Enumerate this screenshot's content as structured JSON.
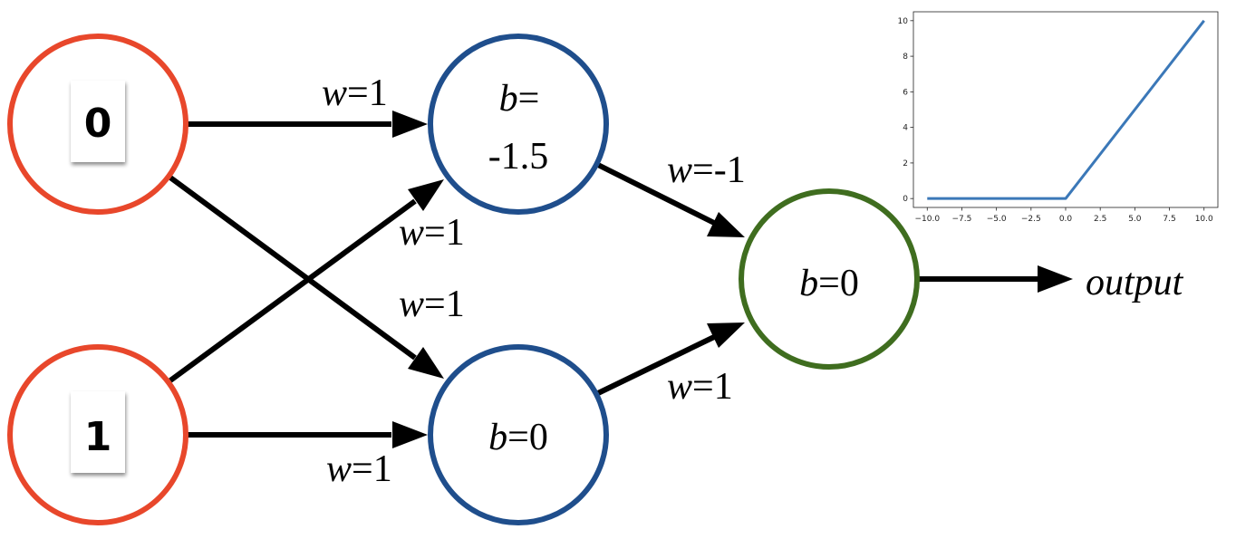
{
  "colors": {
    "input_node": "#e8472b",
    "hidden_node": "#1f4e8c",
    "output_node": "#3f6d1f",
    "edge": "#000000",
    "relu_line": "#3b78b8"
  },
  "inputs": [
    {
      "value": "0"
    },
    {
      "value": "1"
    }
  ],
  "hidden": [
    {
      "b_symbol": "b",
      "b_text_line1": "=",
      "b_text_line2": "-1.5"
    },
    {
      "b_symbol": "b",
      "b_text": "=0"
    }
  ],
  "output_node": {
    "b_symbol": "b",
    "b_text": "=0"
  },
  "output_label": "output",
  "edges": [
    {
      "from": "input-0",
      "to": "hidden-0",
      "w_symbol": "w",
      "w_text": "=1"
    },
    {
      "from": "input-0",
      "to": "hidden-1",
      "w_symbol": "w",
      "w_text": "=1"
    },
    {
      "from": "input-1",
      "to": "hidden-0",
      "w_symbol": "w",
      "w_text": "=1"
    },
    {
      "from": "input-1",
      "to": "hidden-1",
      "w_symbol": "w",
      "w_text": "=1"
    },
    {
      "from": "hidden-0",
      "to": "output",
      "w_symbol": "w",
      "w_text": "=-1"
    },
    {
      "from": "hidden-1",
      "to": "output",
      "w_symbol": "w",
      "w_text": "=1"
    }
  ],
  "chart_data": {
    "type": "line",
    "title": "",
    "xlabel": "",
    "ylabel": "",
    "xlim": [
      -10,
      10
    ],
    "ylim": [
      0,
      10
    ],
    "xticks": [
      "−10.0",
      "−7.5",
      "−5.0",
      "−2.5",
      "0.0",
      "2.5",
      "5.0",
      "7.5",
      "10.0"
    ],
    "yticks": [
      "0",
      "2",
      "4",
      "6",
      "8",
      "10"
    ],
    "grid": false,
    "series": [
      {
        "x": [
          -10,
          0,
          10
        ],
        "y": [
          0,
          0,
          10
        ]
      }
    ]
  }
}
